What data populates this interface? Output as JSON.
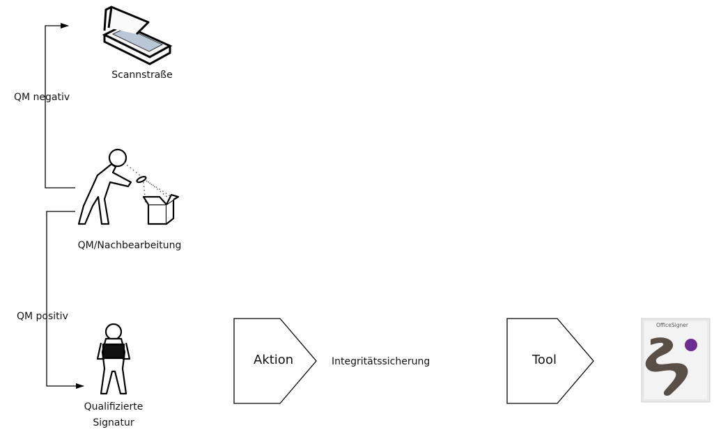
{
  "nodes": {
    "scanner": {
      "label": "Scannstraße",
      "icon": "scanner-icon"
    },
    "qm": {
      "label": "QM/Nachbearbeitung",
      "icon": "person-discarding-paper-icon"
    },
    "signature": {
      "label_line1": "Qualifizierte",
      "label_line2": "Signatur",
      "icon": "person-holding-document-icon"
    }
  },
  "edges": {
    "negative": {
      "label": "QM negativ"
    },
    "positive": {
      "label": "QM positiv"
    }
  },
  "action_shape": {
    "label": "Aktion",
    "description": "Integritätssicherung"
  },
  "tool_shape": {
    "label": "Tool"
  },
  "tool_logo": {
    "name": "OfficeSigner",
    "icon": "officesigner-logo",
    "accent_color": "#6b2e8f",
    "shape_color": "#5a4f47"
  },
  "colors": {
    "stroke": "#000000",
    "background": "#ffffff"
  }
}
